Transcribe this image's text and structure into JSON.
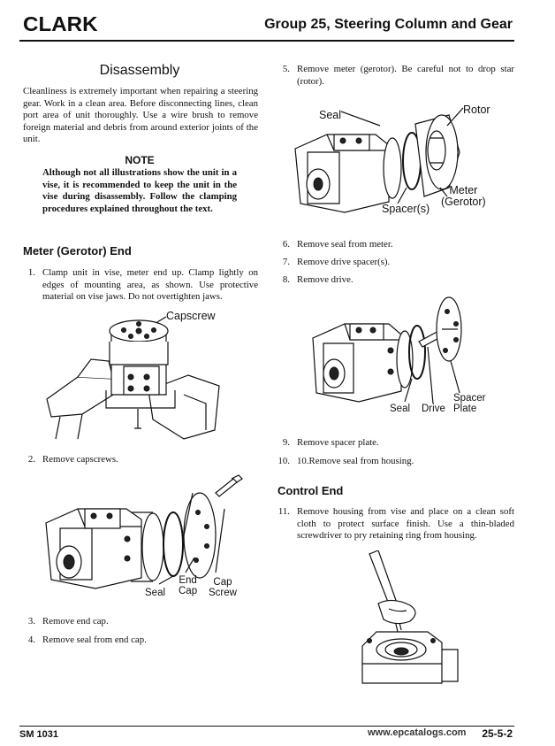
{
  "header": {
    "logo": "CLARK",
    "group_title": "Group 25, Steering Column and Gear"
  },
  "left": {
    "section_title": "Disassembly",
    "intro": "Cleanliness is extremely important when repairing a steering gear. Work in a clean area. Before disconnecting lines, clean port area of unit thoroughly. Use a wire brush to remove foreign material and debris from around exterior joints of the unit.",
    "note_heading": "NOTE",
    "note_body": "Although not all illustrations show the unit in a vise, it is recommended to keep the unit in the vise during disassembly. Follow the clamping procedures explained throughout the text.",
    "subsection": "Meter (Gerotor) End",
    "steps": [
      {
        "num": "1.",
        "text": "Clamp unit in vise, meter end up. Clamp lightly on edges of mounting area, as shown. Use protective material on vise jaws. Do not overtighten jaws."
      },
      {
        "num": "2.",
        "text": "Remove capscrews."
      },
      {
        "num": "3.",
        "text": "Remove end cap."
      },
      {
        "num": "4.",
        "text": "Remove seal from end cap."
      }
    ],
    "fig1_labels": {
      "capscrew": "Capscrew"
    },
    "fig2_labels": {
      "seal": "Seal",
      "end_cap": "End\nCap",
      "cap_screw": "Cap\nScrew"
    }
  },
  "right": {
    "steps_a": [
      {
        "num": "5.",
        "text": "Remove meter (gerotor). Be careful not to drop star (rotor)."
      }
    ],
    "fig3_labels": {
      "seal": "Seal",
      "rotor": "Rotor",
      "meter": "Meter\n(Gerotor)",
      "spacers": "Spacer(s)"
    },
    "steps_b": [
      {
        "num": "6.",
        "text": "Remove seal from meter."
      },
      {
        "num": "7.",
        "text": "Remove drive spacer(s)."
      },
      {
        "num": "8.",
        "text": "Remove drive."
      }
    ],
    "fig4_labels": {
      "seal": "Seal",
      "drive": "Drive",
      "spacer_plate": "Spacer\nPlate"
    },
    "steps_c": [
      {
        "num": "9.",
        "text": "Remove spacer plate."
      },
      {
        "num": "10.",
        "text": "10.Remove seal from housing."
      }
    ],
    "subsection": "Control End",
    "steps_d": [
      {
        "num": "11.",
        "text": "Remove housing from vise and place on a clean soft cloth to protect surface finish. Use a thin-bladed screwdriver to pry retaining ring from housing."
      }
    ]
  },
  "footer": {
    "left": "SM 1031",
    "right": "25-5-2",
    "watermark": "www.epcatalogs.com"
  }
}
